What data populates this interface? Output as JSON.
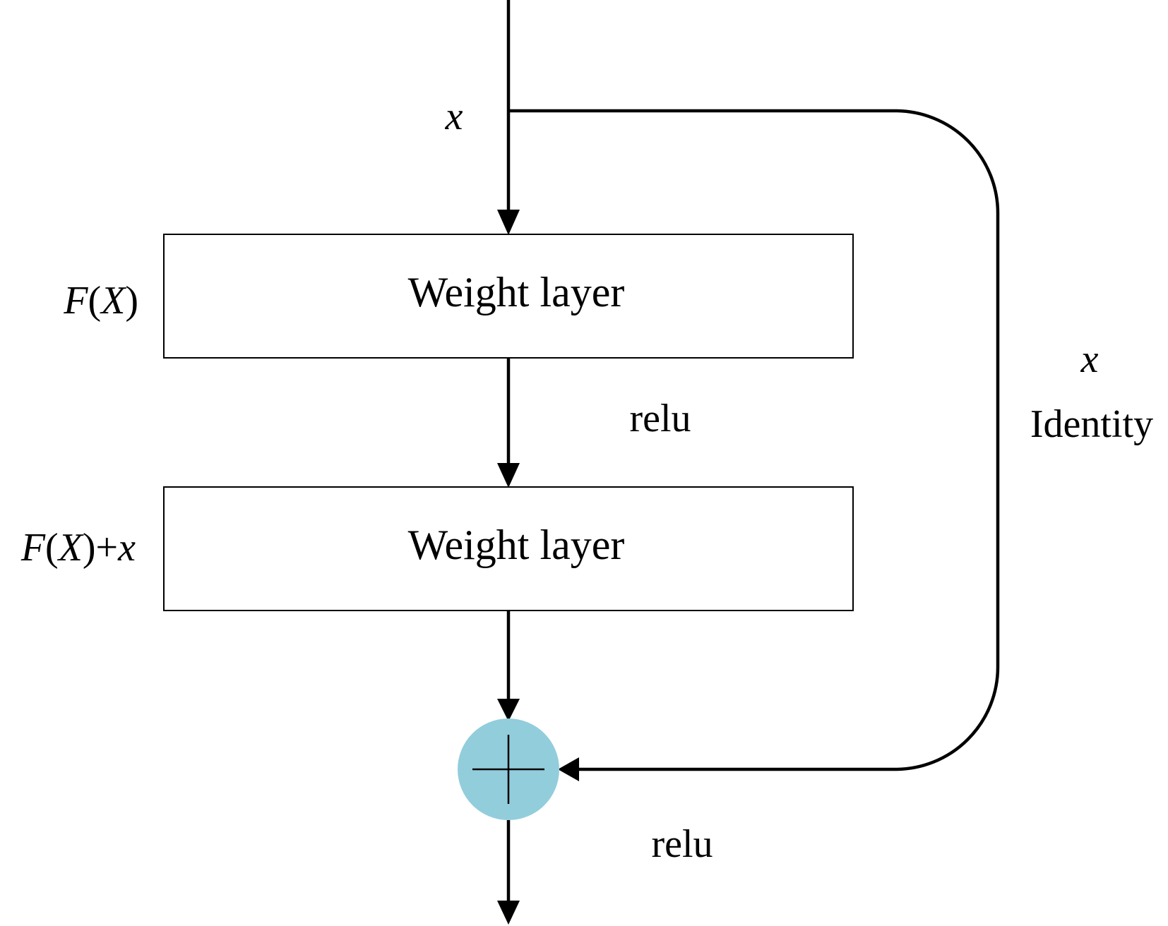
{
  "nodes": {
    "weight_layer_1": {
      "label": "Weight layer"
    },
    "weight_layer_2": {
      "label": "Weight layer"
    },
    "add_node": {
      "symbol": "+",
      "fill": "#92cddc"
    }
  },
  "labels": {
    "input_x": "x",
    "fx_f": "F",
    "fx_open": "(",
    "fx_x": "X",
    "fx_close": ")",
    "fxx_f": "F",
    "fxx_open": "(",
    "fxx_x": "X",
    "fxx_close": ")+",
    "fxx_plus_x": "x",
    "relu_mid": "relu",
    "relu_bottom": "relu",
    "identity_x": "x",
    "identity_label": "Identity"
  },
  "colors": {
    "stroke": "#000000",
    "add_node_fill": "#92cddc"
  }
}
